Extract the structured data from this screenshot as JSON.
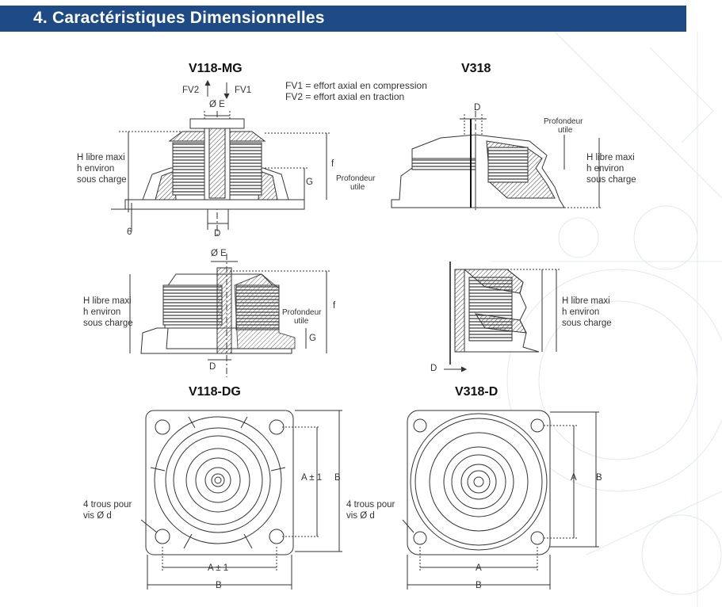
{
  "header": {
    "title": "4. Caractéristiques Dimensionnelles"
  },
  "legend": {
    "fv1": "FV1 = effort axial en compression",
    "fv2": "FV2 = effort axial en traction"
  },
  "models": {
    "v118mg": "V118-MG",
    "v318": "V318",
    "v118dg": "V118-DG",
    "v318d": "V318-D"
  },
  "labels": {
    "fv1": "FV1",
    "fv2": "FV2",
    "oe": "Ø E",
    "d": "D",
    "f": "f",
    "g": "G",
    "six": "6",
    "h_line1": "H libre maxi",
    "h_line2": "h environ",
    "h_line3": "sous charge",
    "prof1": "Profondeur",
    "prof2": "utile",
    "a_pm": "A ± 1",
    "a": "A",
    "b": "B",
    "holes1": "4 trous pour",
    "holes2": "vis Ø d"
  },
  "colors": {
    "header_bg": "#1e4a86",
    "header_text": "#ffffff"
  }
}
